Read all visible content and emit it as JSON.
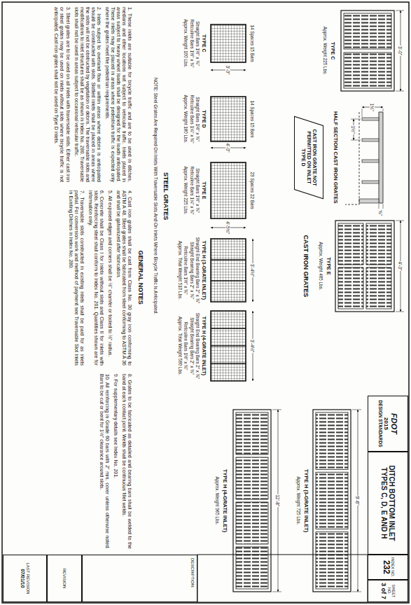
{
  "diagram": {
    "nodes": [
      {
        "text": [
          "CAST IRON GRATE NOT PERMITTED ON INLET TYPE D"
        ]
      },
      {
        "text": [
          "FDOT",
          "2015",
          "DESIGN STANDARDS"
        ]
      },
      {
        "text": [
          "DITCH BOTTOM INLET TYPES C, D, E AND H"
        ]
      },
      {
        "text": [
          "INDEX NO.",
          "232"
        ]
      },
      {
        "text": [
          "SHEET NO.",
          "3 of 7"
        ]
      },
      {
        "text": [
          "DESCRIPTION:"
        ]
      },
      {
        "text": [
          "REVISION"
        ]
      },
      {
        "text": [
          "LAST REVISION",
          "07/01/10"
        ]
      }
    ],
    "labels": [
      "TYPE C",
      "Approx. Weight 225 Lbs.",
      "3'-0\"",
      "HALF SECTION CAST IRON GRATES",
      "1¾\"",
      "⅝\"",
      "1½\"",
      "TYPE E",
      "Approx. Weight 485 Lbs.",
      "4'-0\"",
      "CAST IRON GRATES",
      "9'-6\"",
      "TYPE H (3-GRATE INLET)",
      "Approx. Weight 725 Lbs.",
      "12'-8\"",
      "TYPE H (4-GRATE INLET)",
      "Approx. Weight 965 Lbs.",
      "14 Spaces 15 Bars",
      "3'-0\"",
      "TYPE C",
      "Straight Bars 1½\" x ⅜\"",
      "Reticuline Bars 1½\" x ⅜\"",
      "Approx. Weight 100 Lbs.",
      "14 Spaces 15 Bars",
      "4'-0\"",
      "TYPE D",
      "Straight Bars 1½\" x ⅜\"",
      "Reticuline Bars 1⅛\" x ⅜\"",
      "Approx. Weight 180 Lbs.",
      "23 Spaces 22 Bars",
      "4'-5¾\"",
      "TYPE E",
      "Straight Bars 1½\" x ⅜\"",
      "Reticuline Bars 1⅛\" x ⅜\"",
      "Approx. Weight 225 Lbs.",
      "3'-4½\"",
      "TYPE H (3-GRATE INLET)",
      "Straight End Bearing Bars 2\" x ⅜\"",
      "Straight Bearing Bars 2\" x ⅜\"",
      "Reticuline Bars 1½\" x ⅜\"",
      "Approx. Total Weight 510 Lbs.",
      "3'-4½\"",
      "TYPE H (4-GRATE INLET)",
      "Straight End Bearing Bars 2\" x ⅜\"",
      "Straight Bearing Bars 2\" x ⅜\"",
      "Reticuline Bars 1½\" x ⅜\"",
      "Approx. Total Weight 580 Lbs.",
      "STEEL GRATES",
      "NOTE: Steel Grates Are Required On Inlets With Traversable Slots And On Inlets Where Bicycle Traffic Is Anticipated.",
      "GENERAL NOTES",
      "1. These inlets are suitable for bicycle traffic and are to be used in ditches, medians and other locations not subject to vehicular traffic. Inlets placed in areas subject to heavy wheel loads shall be designed for the loads anticipated. These inlets may be placed in areas where pedestrian traffic is expected only where the grates meet the pedestrian requirements.",
      "2. Inlets subject to overland flow or within areas where debris is anticipated should be constructed with slots. Slotted inlets shall be placed in areas where the slots will not be obstructed by vegetation or debris. The traversable slots and modifications to inlet structures shall be as shown in Index No. 280. Traversable slots shall not be used in areas subject to occasional vehicular traffic.",
      "3. Steel grates are to be used on all inlets with traversable slots. Either cast iron or steel grates may be used on inlets without slots where bicycle traffic is not anticipated. Cast iron grates shall not be used on Type D inlets.",
      "4. Cast iron grates shall be cast from Class No. 30 gray iron conforming to ASTM A 48. Steel grates shall be fabricated from steel conforming to ASTM A 36 and shall be galvanized after fabrication.",
      "5. All exposed edges and corners shall be ½\" chamfer or tooled to ½\" radius.",
      "6. Concrete shall be Class I for inlets without slots and Class II for inlets with slots. Reinforcing steel shall conform to Index No. 201. Quantities shown are for information only.",
      "7. Traversable slots constructed in existing inlets shall be paid for as inlets partial. For conversion work and method of payment see Traversable Slot Inlets in Existing Ditches in Index No. 280.",
      "8. Grates to be fabricated as detailed and bearing bars shall be welded to the band at each contact point. Welds shall be continuous fillet welds.",
      "9. For supplementary details see Index No. 201.",
      "10. All reinforcing in Grade 60 bars with 2\" min. cover unless otherwise noted. Bars to be cut or bent for 1½\" clearance around slots."
    ]
  }
}
